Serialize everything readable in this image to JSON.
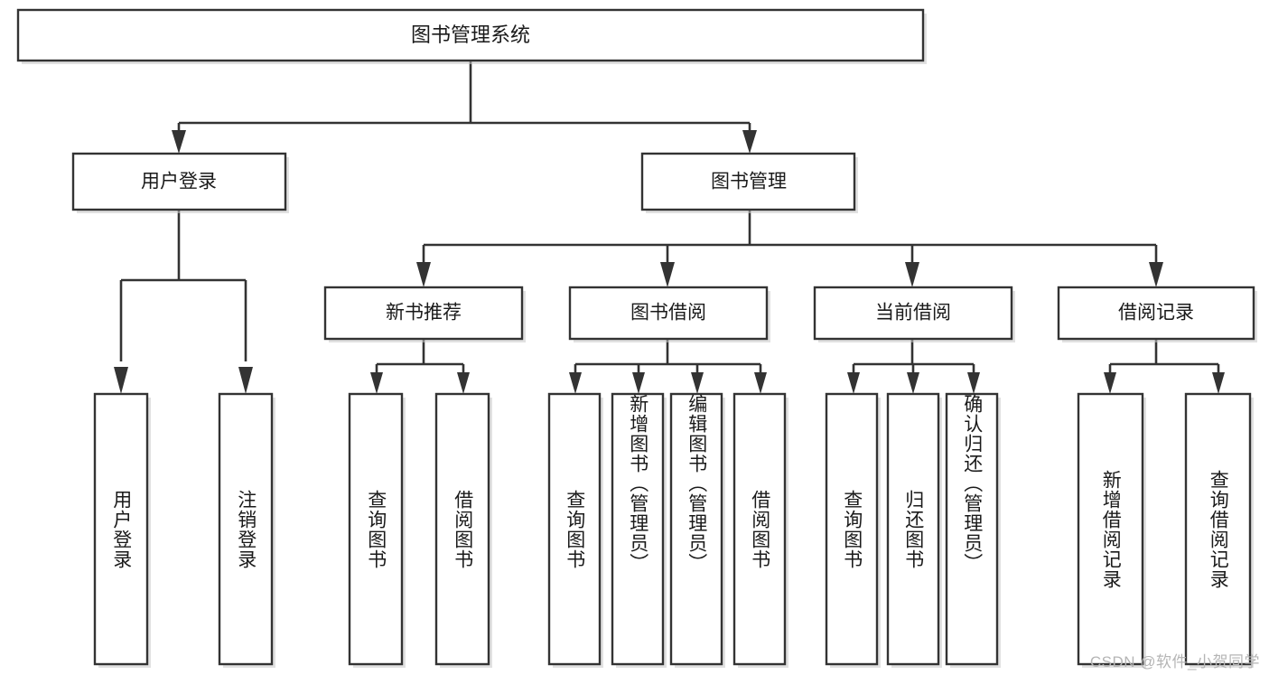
{
  "diagram": {
    "type": "tree",
    "title": "图书管理系统",
    "watermark": "CSDN @软件_小贺同学",
    "colors": {
      "stroke": "#333333",
      "fill": "#ffffff",
      "text": "#1a1a1a",
      "watermark": "#b5b5b5"
    },
    "levels": {
      "root": {
        "label": "图书管理系统"
      },
      "level2": [
        {
          "label": "用户登录"
        },
        {
          "label": "图书管理"
        }
      ],
      "level3": [
        {
          "label": "新书推荐"
        },
        {
          "label": "图书借阅"
        },
        {
          "label": "当前借阅"
        },
        {
          "label": "借阅记录"
        }
      ],
      "leaves": [
        {
          "label": "用户登录",
          "parent": "用户登录"
        },
        {
          "label": "注销登录",
          "parent": "用户登录"
        },
        {
          "label": "查询图书",
          "parent": "新书推荐"
        },
        {
          "label": "借阅图书",
          "parent": "新书推荐"
        },
        {
          "label": "查询图书",
          "parent": "图书借阅"
        },
        {
          "label": "新增图书（管理员）",
          "parent": "图书借阅"
        },
        {
          "label": "编辑图书（管理员）",
          "parent": "图书借阅"
        },
        {
          "label": "借阅图书",
          "parent": "图书借阅"
        },
        {
          "label": "查询图书",
          "parent": "当前借阅"
        },
        {
          "label": "归还图书",
          "parent": "当前借阅"
        },
        {
          "label": "确认归还（管理员）",
          "parent": "当前借阅"
        },
        {
          "label": "新增借阅记录",
          "parent": "借阅记录"
        },
        {
          "label": "查询借阅记录",
          "parent": "借阅记录"
        }
      ]
    }
  }
}
